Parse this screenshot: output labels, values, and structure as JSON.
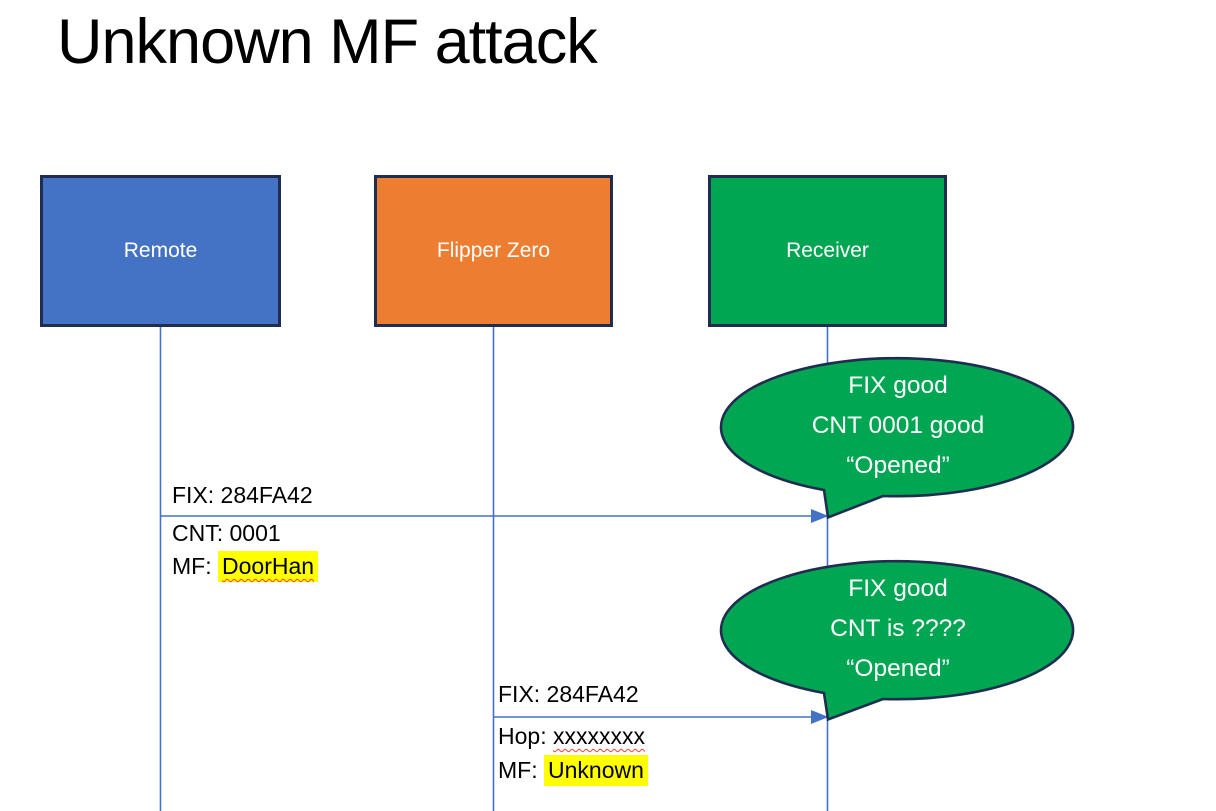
{
  "title": "Unknown MF attack",
  "actors": {
    "remote": {
      "label": "Remote"
    },
    "flipper": {
      "label": "Flipper Zero"
    },
    "receiver": {
      "label": "Receiver"
    }
  },
  "message1": {
    "above": "FIX: 284FA42",
    "line1": "CNT: 0001",
    "line2_prefix": "MF: ",
    "line2_value": "DoorHan"
  },
  "message2": {
    "above": "FIX: 284FA42",
    "line1_prefix": "Hop: ",
    "line1_value": "xxxxxxxx",
    "line2_prefix": "MF: ",
    "line2_value": "Unknown"
  },
  "callout1": {
    "line1": "FIX good",
    "line2": "CNT 0001 good",
    "line3": "“Opened”"
  },
  "callout2": {
    "line1": "FIX good",
    "line2": "CNT is ????",
    "line3": "“Opened”"
  },
  "colors": {
    "remote_fill": "#4472C4",
    "flipper_fill": "#ED7D31",
    "receiver_fill": "#00A651",
    "callout_fill": "#00A651",
    "shape_border": "#1F2D50",
    "line_blue": "#4472C4",
    "highlight_yellow": "#FFFF00",
    "squiggle_red": "#FF3B30",
    "text_black": "#000000",
    "text_white": "#FFFFFF"
  }
}
